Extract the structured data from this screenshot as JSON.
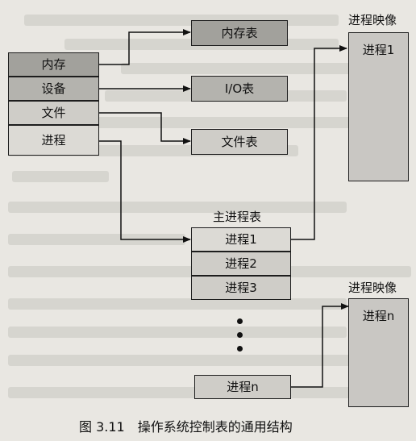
{
  "left_table": {
    "items": [
      "内存",
      "设备",
      "文件",
      "进程"
    ]
  },
  "mid_tables": {
    "memory": "内存表",
    "io": "I/O表",
    "file": "文件表"
  },
  "main_table": {
    "title": "主进程表",
    "rows": [
      "进程1",
      "进程2",
      "进程3"
    ],
    "last": "进程n"
  },
  "image_top": {
    "title": "进程映像",
    "label": "进程1"
  },
  "image_bottom": {
    "title": "进程映像",
    "label": "进程n"
  },
  "caption": "图 3.11　操作系统控制表的通用结构"
}
